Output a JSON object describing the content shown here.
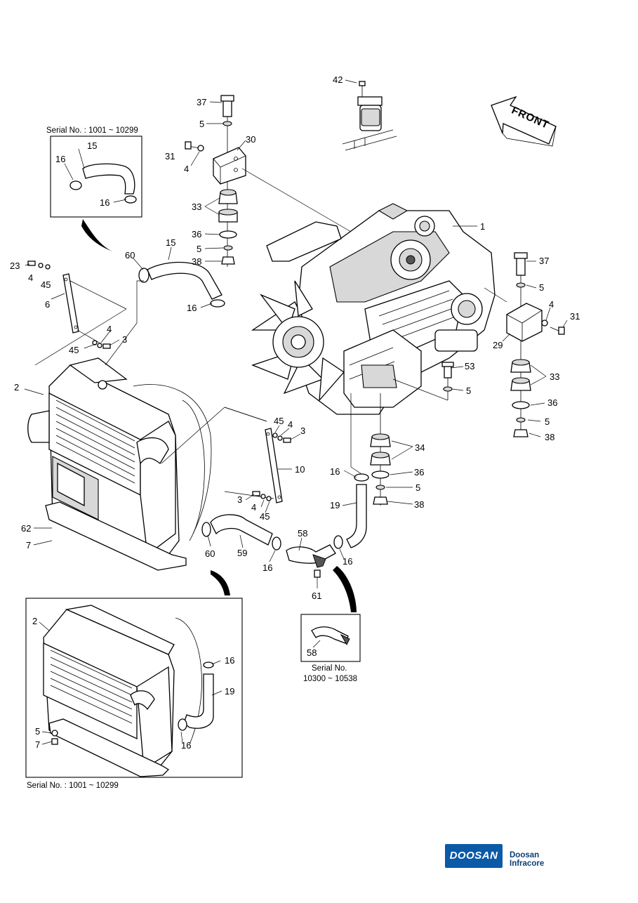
{
  "callouts": {
    "c42": "42",
    "c37a": "37",
    "c5a": "5",
    "c31a": "31",
    "c30": "30",
    "c4a": "4",
    "c33a": "33",
    "c36a": "36",
    "c5b": "5",
    "c38a": "38",
    "c1": "1",
    "c15": "15",
    "c16a": "16",
    "c16b": "16",
    "c60a": "60",
    "c15b": "15",
    "c16c": "16",
    "c23": "23",
    "c4b": "4",
    "c45a": "45",
    "c6": "6",
    "c4c": "4",
    "c45b": "45",
    "c3a": "3",
    "c37b": "37",
    "c5c": "5",
    "c4d": "4",
    "c31b": "31",
    "c29": "29",
    "c53": "53",
    "c5d": "5",
    "c33b": "33",
    "c36b": "36",
    "c5e": "5",
    "c38b": "38",
    "c2a": "2",
    "c45c": "45",
    "c4e": "4",
    "c3b": "3",
    "c10": "10",
    "c34": "34",
    "c16d": "16",
    "c36c": "36",
    "c5f": "5",
    "c19a": "19",
    "c38c": "38",
    "c3c": "3",
    "c4f": "4",
    "c45d": "45",
    "c62": "62",
    "c7a": "7",
    "c60b": "60",
    "c59": "59",
    "c16e": "16",
    "c58a": "58",
    "c16f": "16",
    "c61": "61",
    "c58b": "58",
    "c2b": "2",
    "c16g": "16",
    "c19b": "19",
    "c5g": "5",
    "c7b": "7",
    "c16h": "16"
  },
  "captions": {
    "inset_top": "Serial No. : 1001 ~ 10299",
    "inset_hose_line1": "Serial No.",
    "inset_hose_line2": "10300 ~ 10538",
    "inset_bottom": "Serial No. : 1001 ~ 10299"
  },
  "front_label": "FRONT",
  "logo": {
    "badge": "DOOSAN",
    "company": "Doosan Infracore",
    "color": "#0a5aa8"
  }
}
